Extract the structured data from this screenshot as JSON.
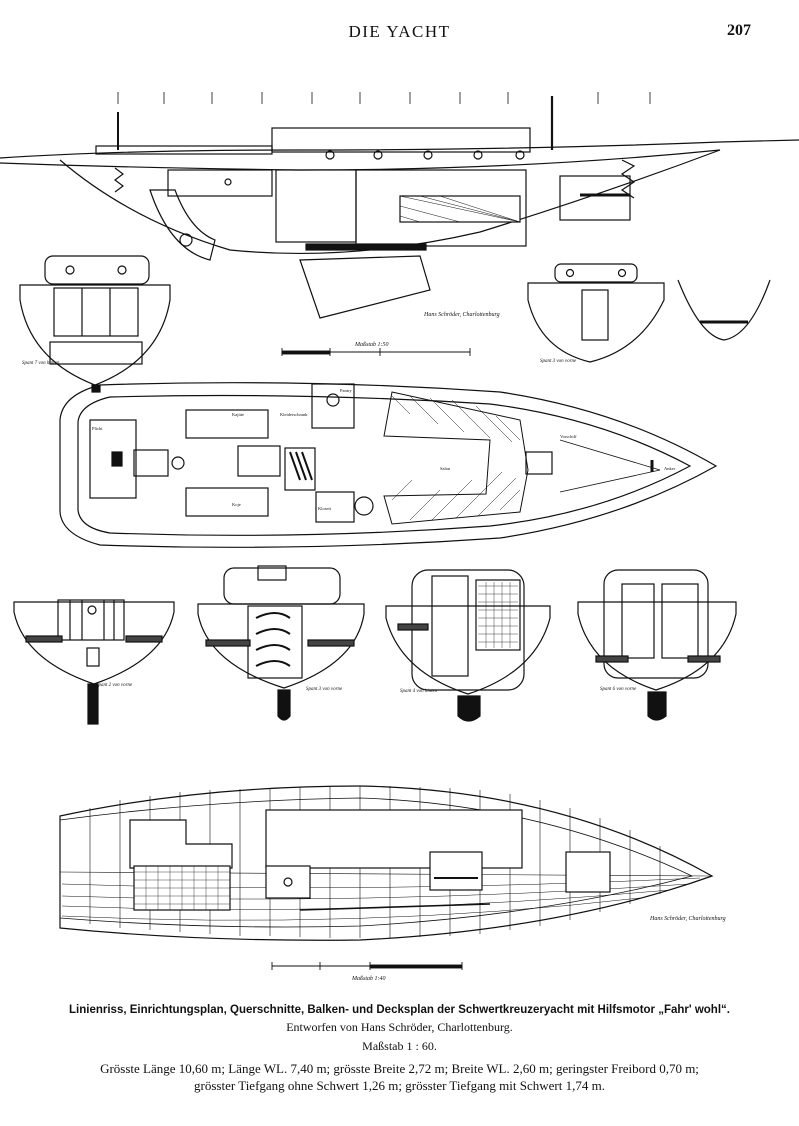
{
  "header": {
    "journal_title": "DIE YACHT",
    "page_number": "207"
  },
  "drawing_labels": {
    "scale_top": "Maßstab 1:50",
    "scale_bottom": "Maßstab 1:40",
    "signature_top": "Hans Schröder, Charlottenburg",
    "signature_bottom": "Hans Schröder, Charlottenburg",
    "section_labels": [
      "Spant 7 von hinten",
      "Spant 3 von vorne",
      "Spant 2 von vorne",
      "Spant 3 von vorne",
      "Spant 4 von hinten",
      "Spant 6 von vorne"
    ],
    "deck_plan_labels": [
      "Plicht",
      "Kajüte",
      "Salon",
      "Kleiderschrank",
      "Klosett",
      "Koje",
      "Pantry",
      "Vorschiff",
      "Anker"
    ]
  },
  "caption": {
    "title": "Linienriss, Einrichtungsplan, Querschnitte, Balken- und Decksplan der Schwertkreuzeryacht mit Hilfsmotor „Fahr' wohl“.",
    "designer": "Entworfen von Hans Schröder, Charlottenburg.",
    "scale": "Maßstab 1 : 60.",
    "dimensions_line1": "Grösste Länge 10,60 m; Länge WL. 7,40 m; grösste Breite 2,72 m; Breite WL. 2,60 m; geringster Freibord 0,70 m;",
    "dimensions_line2": "grösster Tiefgang ohne Schwert 1,26 m; grösster Tiefgang mit Schwert 1,74 m."
  }
}
